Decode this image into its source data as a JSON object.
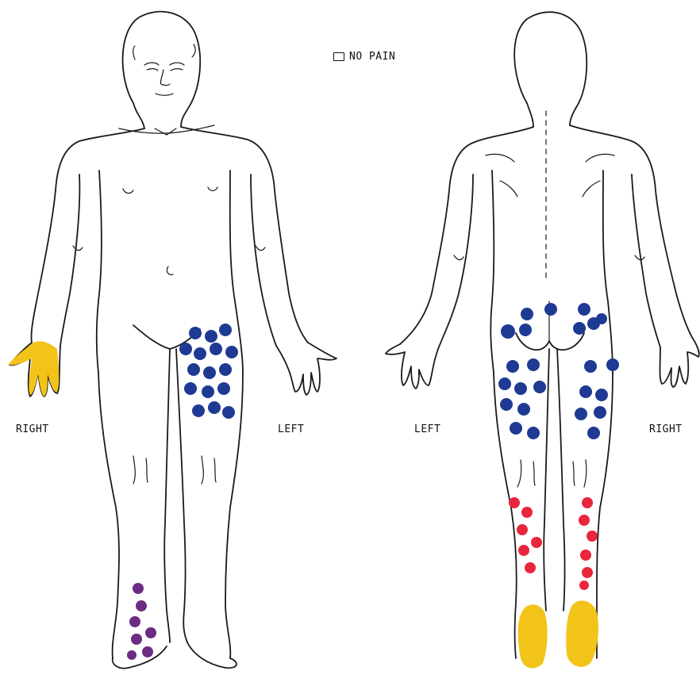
{
  "legend": {
    "no_pain_label": "NO PAIN"
  },
  "front_view": {
    "right_label": "RIGHT",
    "left_label": "LEFT"
  },
  "back_view": {
    "left_label": "LEFT",
    "right_label": "RIGHT"
  },
  "colors": {
    "yellow": "#f2c318",
    "blue": "#1f3a93",
    "purple": "#6b2c82",
    "red": "#e8263c",
    "outline": "#1a1a1a"
  }
}
